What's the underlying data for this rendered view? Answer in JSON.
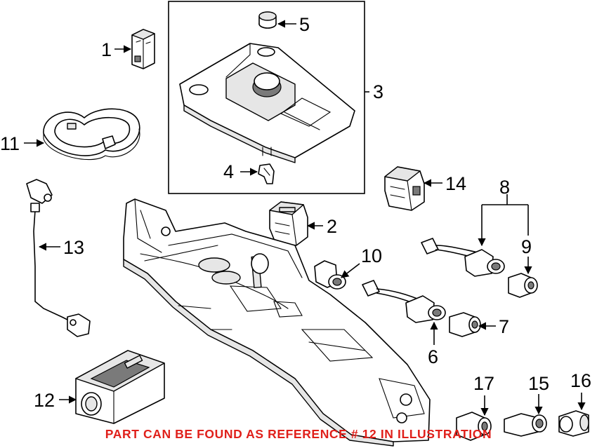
{
  "callouts": {
    "c1": "1",
    "c2": "2",
    "c3": "3",
    "c4": "4",
    "c5": "5",
    "c6": "6",
    "c7": "7",
    "c8": "8",
    "c9": "9",
    "c10": "10",
    "c11": "11",
    "c12": "12",
    "c13": "13",
    "c14": "14",
    "c15": "15",
    "c16": "16",
    "c17": "17"
  },
  "footer_note": "PART CAN BE FOUND AS REFERENCE # 12 IN ILLUSTRATION",
  "colors": {
    "line": "#000000",
    "note": "#e0201b",
    "background": "#ffffff"
  }
}
